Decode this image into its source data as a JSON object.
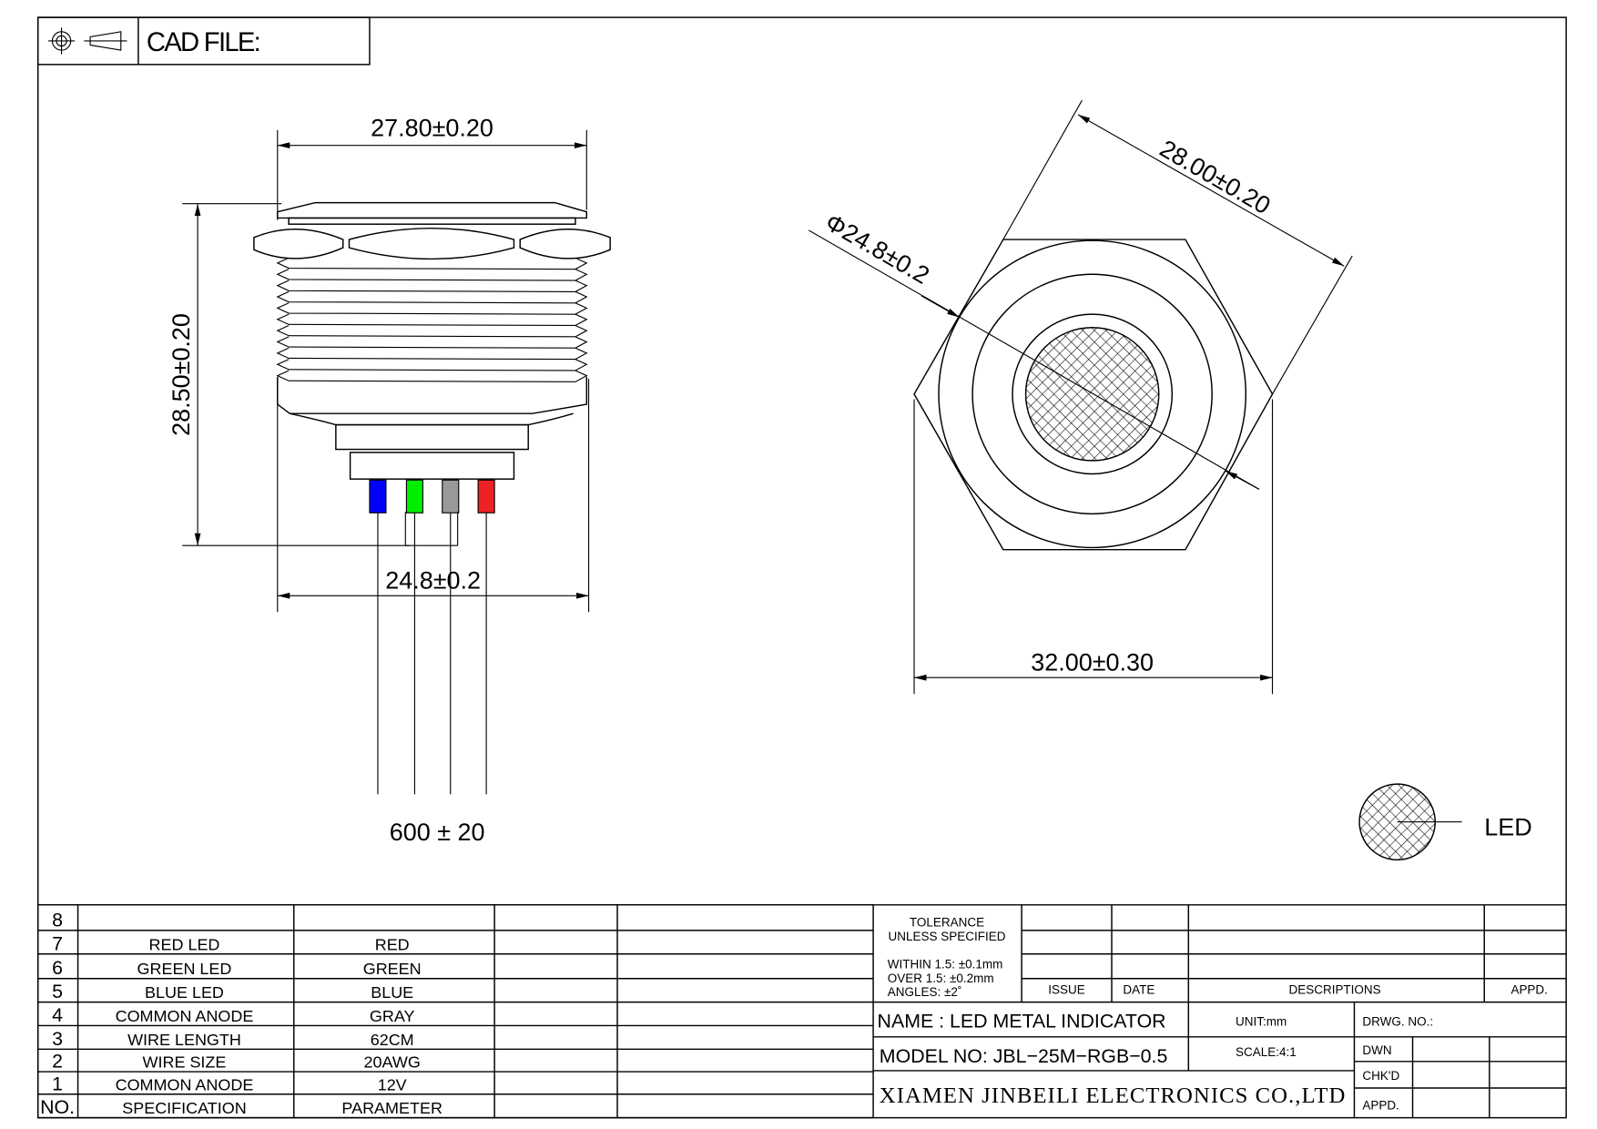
{
  "header": {
    "cad_file_label": "CAD FILE:"
  },
  "side_view": {
    "width_dim": "27.80±0.20",
    "height_dim": "28.50±0.20",
    "thread_dim": "24.8±0.2",
    "wire_length_dim": "600 ± 20",
    "wire_colors": [
      "#0000ff",
      "#00ee00",
      "#999999",
      "#ee2222"
    ]
  },
  "front_view": {
    "flat_dim": "28.00±0.20",
    "diameter_dim": "Φ24.8±0.2",
    "width_dim": "32.00±0.30"
  },
  "legend": {
    "led_label": "LED"
  },
  "spec_table": {
    "rows": [
      {
        "no": "8",
        "spec": "",
        "param": ""
      },
      {
        "no": "7",
        "spec": "RED LED",
        "param": "RED"
      },
      {
        "no": "6",
        "spec": "GREEN LED",
        "param": "GREEN"
      },
      {
        "no": "5",
        "spec": "BLUE LED",
        "param": "BLUE"
      },
      {
        "no": "4",
        "spec": "COMMON ANODE",
        "param": "GRAY"
      },
      {
        "no": "3",
        "spec": "WIRE LENGTH",
        "param": "62CM"
      },
      {
        "no": "2",
        "spec": "WIRE SIZE",
        "param": "20AWG"
      },
      {
        "no": "1",
        "spec": "COMMON ANODE",
        "param": "12V"
      }
    ],
    "header": {
      "no": "NO.",
      "spec": "SPECIFICATION",
      "param": "PARAMETER"
    }
  },
  "title_block": {
    "tolerance_1": "TOLERANCE",
    "tolerance_2": "UNLESS  SPECIFIED",
    "within": "WITHIN  1.5: ±0.1mm",
    "over": "OVER  1.5:   ±0.2mm",
    "angles": "ANGLES: ±2˚",
    "issue": "ISSUE",
    "date": "DATE",
    "descriptions": "DESCRIPTIONS",
    "appd_rev": "APPD.",
    "name": "NAME  :  LED  METAL  INDICATOR",
    "unit": "UNIT:mm",
    "drwg_no": "DRWG. NO.:",
    "model": "MODEL  NO: JBL−25M−RGB−0.5",
    "scale": "SCALE:4:1",
    "dwn": "DWN",
    "chkd": "CHK'D",
    "appd": "APPD.",
    "company": "XIAMEN JINBEILI ELECTRONICS CO.,LTD"
  }
}
